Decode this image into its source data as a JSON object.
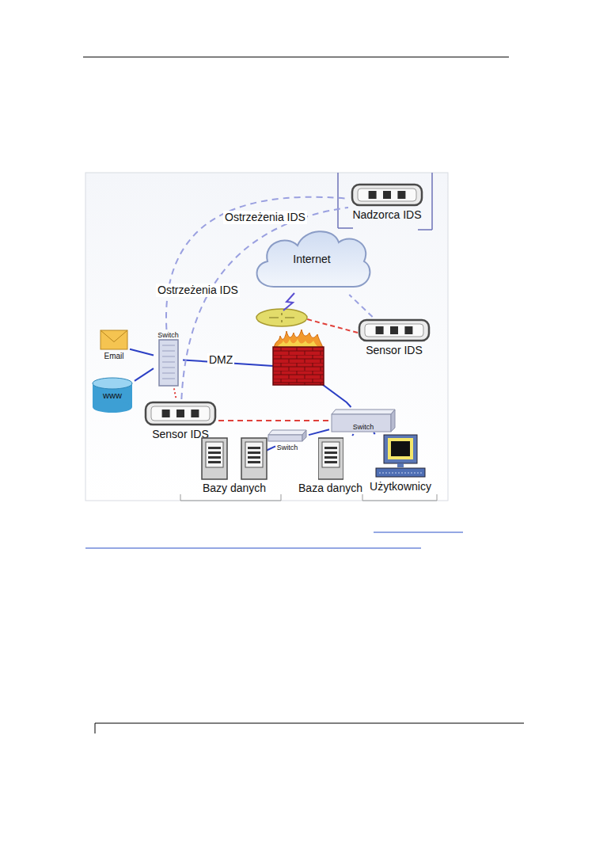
{
  "diagram": {
    "nodes": [
      {
        "text": [
          "Nadzorca IDS"
        ]
      },
      {
        "text": [
          "Internet"
        ]
      },
      {
        "text": [
          "Sensor IDS"
        ]
      },
      {
        "text": [
          "Email"
        ]
      },
      {
        "text": [
          "Switch"
        ]
      },
      {
        "text": [
          "www"
        ]
      },
      {
        "text": [
          "Sensor IDS"
        ]
      },
      {
        "text": [
          "Switch"
        ]
      },
      {
        "text": [
          "Switch"
        ]
      },
      {
        "text": [
          "Bazy danych"
        ]
      },
      {
        "text": [
          "Baza danych"
        ]
      },
      {
        "text": [
          "Użytkownicy"
        ]
      }
    ],
    "edges": [
      {
        "from": 3,
        "to": 4,
        "arrow": "none"
      },
      {
        "from": 5,
        "to": 4,
        "arrow": "none"
      },
      {
        "from": 4,
        "to": 8,
        "arrow": "none",
        "label": "DMZ"
      },
      {
        "from": 8,
        "to": 7,
        "arrow": "none"
      },
      {
        "from": 8,
        "to": 10,
        "arrow": "none"
      },
      {
        "from": 8,
        "to": 11,
        "arrow": "none"
      },
      {
        "from": 7,
        "to": 9,
        "arrow": "none"
      },
      {
        "from": 6,
        "to": 8,
        "arrow": "none"
      },
      {
        "from": 4,
        "to": 6,
        "arrow": "none"
      },
      {
        "from": 2,
        "to": 1,
        "arrow": "none"
      },
      {
        "from": 4,
        "to": 0,
        "arrow": "none",
        "label": "Ostrzeżenia IDS"
      },
      {
        "from": 6,
        "to": 0,
        "arrow": "none",
        "label": "Ostrzeżenia IDS"
      }
    ]
  }
}
